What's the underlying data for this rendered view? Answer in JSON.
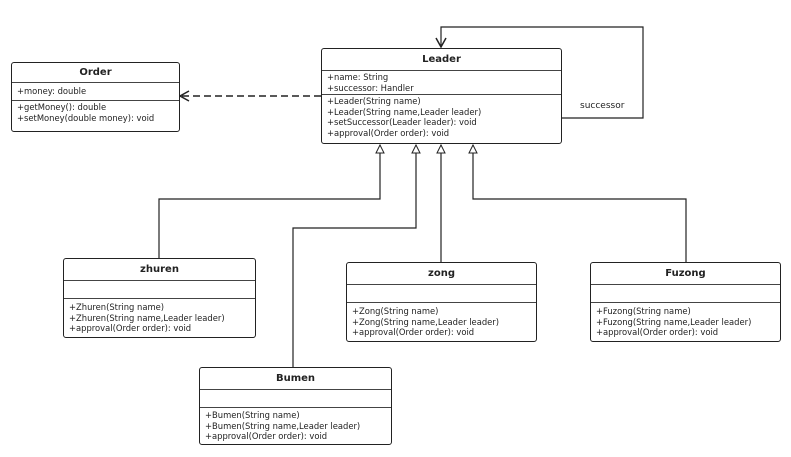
{
  "classes": {
    "order": {
      "name": "Order",
      "attributes": [
        "+money: double"
      ],
      "operations": [
        "+getMoney(): double",
        "+setMoney(double money): void"
      ]
    },
    "leader": {
      "name": "Leader",
      "attributes": [
        "+name: String",
        "+successor: Handler"
      ],
      "operations": [
        "+Leader(String name)",
        "+Leader(String name,Leader leader)",
        "+setSuccessor(Leader leader): void",
        "+approval(Order order): void"
      ]
    },
    "zhuren": {
      "name": "zhuren",
      "attributes": [],
      "operations": [
        "+Zhuren(String name)",
        "+Zhuren(String name,Leader leader)",
        "+approval(Order order): void"
      ]
    },
    "zong": {
      "name": "zong",
      "attributes": [],
      "operations": [
        "+Zong(String name)",
        "+Zong(String name,Leader leader)",
        "+approval(Order order): void"
      ]
    },
    "fuzong": {
      "name": "Fuzong",
      "attributes": [],
      "operations": [
        "+Fuzong(String name)",
        "+Fuzong(String name,Leader leader)",
        "+approval(Order order): void"
      ]
    },
    "bumen": {
      "name": "Bumen",
      "attributes": [],
      "operations": [
        "+Bumen(String name)",
        "+Bumen(String name,Leader leader)",
        "+approval(Order order): void"
      ]
    }
  },
  "relations": {
    "successor_label": "successor"
  },
  "colors": {
    "line": "#222222",
    "background": "#ffffff"
  }
}
